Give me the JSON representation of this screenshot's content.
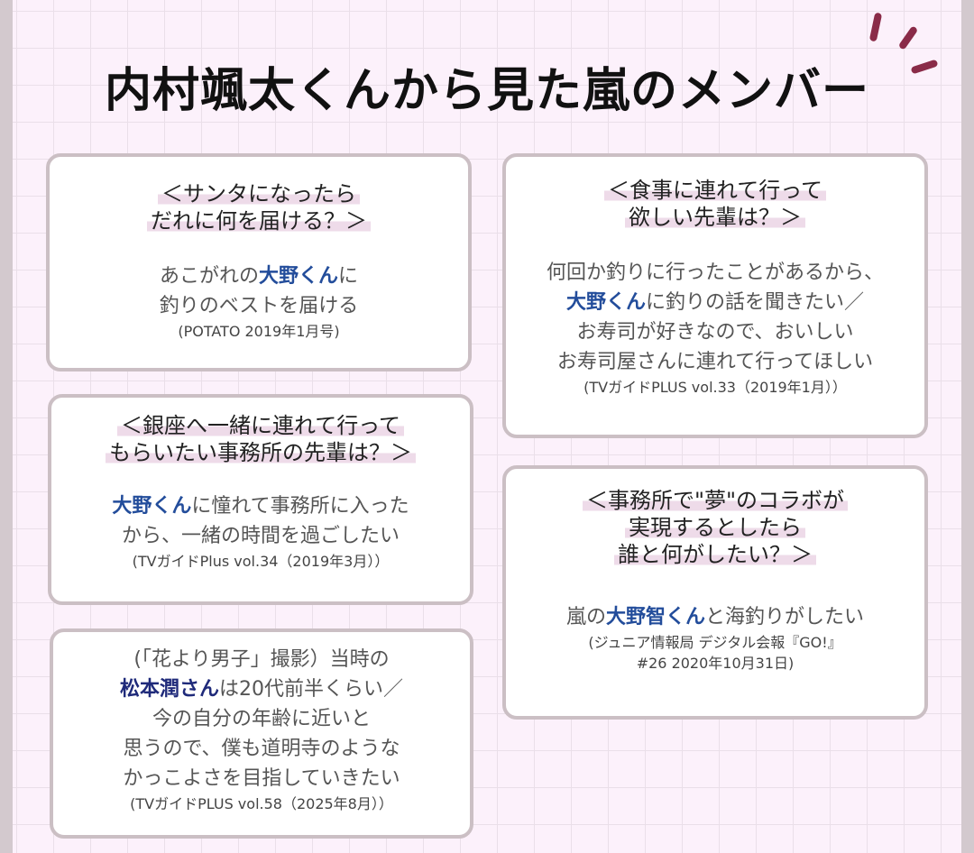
{
  "title": "内村颯太くんから見た嵐のメンバー",
  "accent_color": "#8a2b48",
  "cards": [
    {
      "question": [
        "＜サンタになったら",
        "だれに何を届ける？＞"
      ],
      "answer": {
        "pre1": "あこがれの",
        "hl1": "大野くん",
        "post1": "に",
        "line2": "釣りのベストを届ける"
      },
      "source": "(POTATO 2019年1月号)"
    },
    {
      "question": [
        "＜食事に連れて行って",
        "欲しい先輩は？＞"
      ],
      "answer": {
        "line1": "何回か釣りに行ったことがあるから、",
        "hl2": "大野くん",
        "post2": "に釣りの話を聞きたい／",
        "line3": "お寿司が好きなので、おいしい",
        "line4": "お寿司屋さんに連れて行ってほしい"
      },
      "source": "(TVガイドPLUS vol.33（2019年1月））"
    },
    {
      "question": [
        "＜銀座へ一緒に連れて行って",
        "もらいたい事務所の先輩は？＞"
      ],
      "answer": {
        "hl1": "大野くん",
        "post1": "に憧れて事務所に入った",
        "line2": "から、一緒の時間を過ごしたい"
      },
      "source": "(TVガイドPlus vol.34（2019年3月））"
    },
    {
      "question": [
        "＜事務所で\"夢\"のコラボが",
        "実現するとしたら",
        "誰と何がしたい？＞"
      ],
      "answer": {
        "pre1": "嵐の",
        "hl1": "大野智くん",
        "post1": "と海釣りがしたい"
      },
      "source_lines": [
        "(ジュニア情報局 デジタル会報『GO!』",
        "#26 2020年10月31日)"
      ]
    },
    {
      "answer": {
        "line1": "(「花より男子」撮影）当時の",
        "hl2": "松本潤さん",
        "post2": "は20代前半くらい／",
        "line3": "今の自分の年齢に近いと",
        "line4": "思うので、僕も道明寺のような",
        "line5": "かっこよさを目指していきたい"
      },
      "source": "(TVガイドPLUS vol.58（2025年8月））"
    }
  ]
}
